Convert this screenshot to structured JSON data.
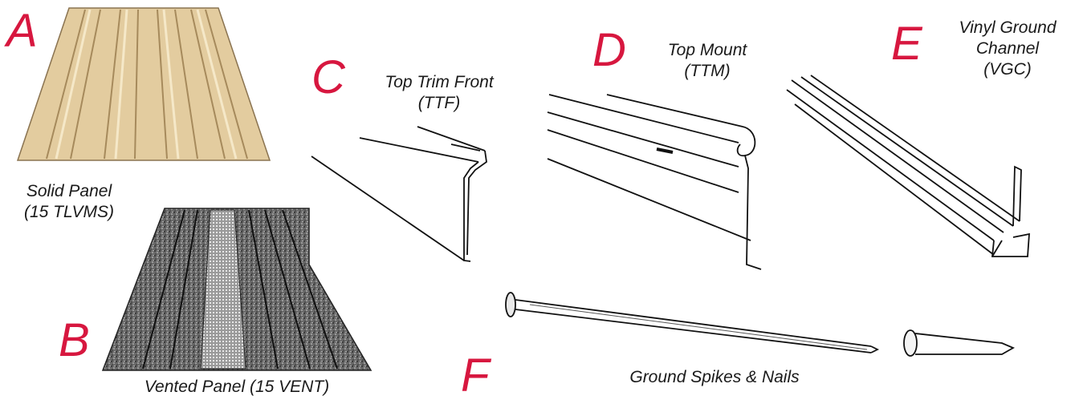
{
  "parts": [
    {
      "letter": "A",
      "caption_lines": [
        "Solid Panel",
        "(15 TLVMS)"
      ]
    },
    {
      "letter": "B",
      "caption_lines": [
        "Vented Panel (15 VENT)"
      ]
    },
    {
      "letter": "C",
      "caption_lines": [
        "Top Trim Front",
        "(TTF)"
      ]
    },
    {
      "letter": "D",
      "caption_lines": [
        "Top Mount",
        "(TTM)"
      ]
    },
    {
      "letter": "E",
      "caption_lines": [
        "Vinyl Ground",
        "Channel",
        "(VGC)"
      ]
    },
    {
      "letter": "F",
      "caption_lines": [
        "Ground Spikes & Nails"
      ]
    }
  ],
  "colors": {
    "letter": "#d7173f",
    "solid_panel": "#e3cc9f",
    "vented_panel": "#4a4a4a"
  }
}
